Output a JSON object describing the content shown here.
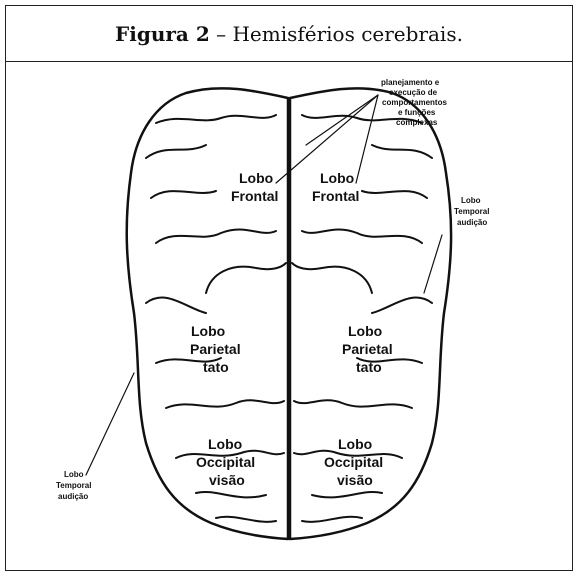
{
  "figure": {
    "caption_prefix": "Figura 2",
    "caption_dash": " – ",
    "caption_text": "Hemisférios cerebrais."
  },
  "diagram": {
    "callout_top": [
      "planejamento e",
      "execução de",
      "comportamentos",
      "e funções",
      "complexas"
    ],
    "callout_right": [
      "Lobo",
      "Temporal",
      "audição"
    ],
    "callout_left": [
      "Lobo",
      "Temporal",
      "audição"
    ],
    "left": {
      "frontal": [
        "Lobo",
        "Frontal"
      ],
      "parietal": [
        "Lobo",
        "Parietal",
        "tato"
      ],
      "occipital": [
        "Lobo",
        "Occipital",
        "visão"
      ]
    },
    "right": {
      "frontal": [
        "Lobo",
        "Frontal"
      ],
      "parietal": [
        "Lobo",
        "Parietal",
        "tato"
      ],
      "occipital": [
        "Lobo",
        "Occipital",
        "visão"
      ]
    }
  }
}
